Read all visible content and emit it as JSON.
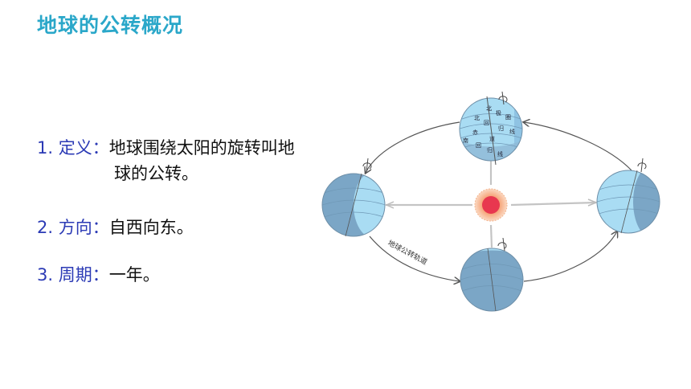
{
  "title": "地球的公转概况",
  "items": [
    {
      "num": "1. ",
      "label": "定义",
      "colon": "：",
      "text_line1": "地球围绕太阳的旋转叫地",
      "text_line2": "球的公转。"
    },
    {
      "num": "2. ",
      "label": "方向",
      "colon": "：",
      "text": "自西向东。"
    },
    {
      "num": "3. ",
      "label": "周期",
      "colon": "：",
      "text": "一年。"
    }
  ],
  "diagram": {
    "orbit_label": "地球公转轨道",
    "globe_labels": [
      "北",
      "极",
      "圈",
      "北",
      "回",
      "归",
      "线",
      "赤",
      "道",
      "南",
      "回",
      "归",
      "线"
    ],
    "colors": {
      "globe_light": "#a9dcf3",
      "globe_dark": "#7ba6c6",
      "sun_core": "#e8374f",
      "sun_glow": "#f6a57a",
      "orbit": "#555555",
      "rays": "#bdbdbd"
    }
  }
}
